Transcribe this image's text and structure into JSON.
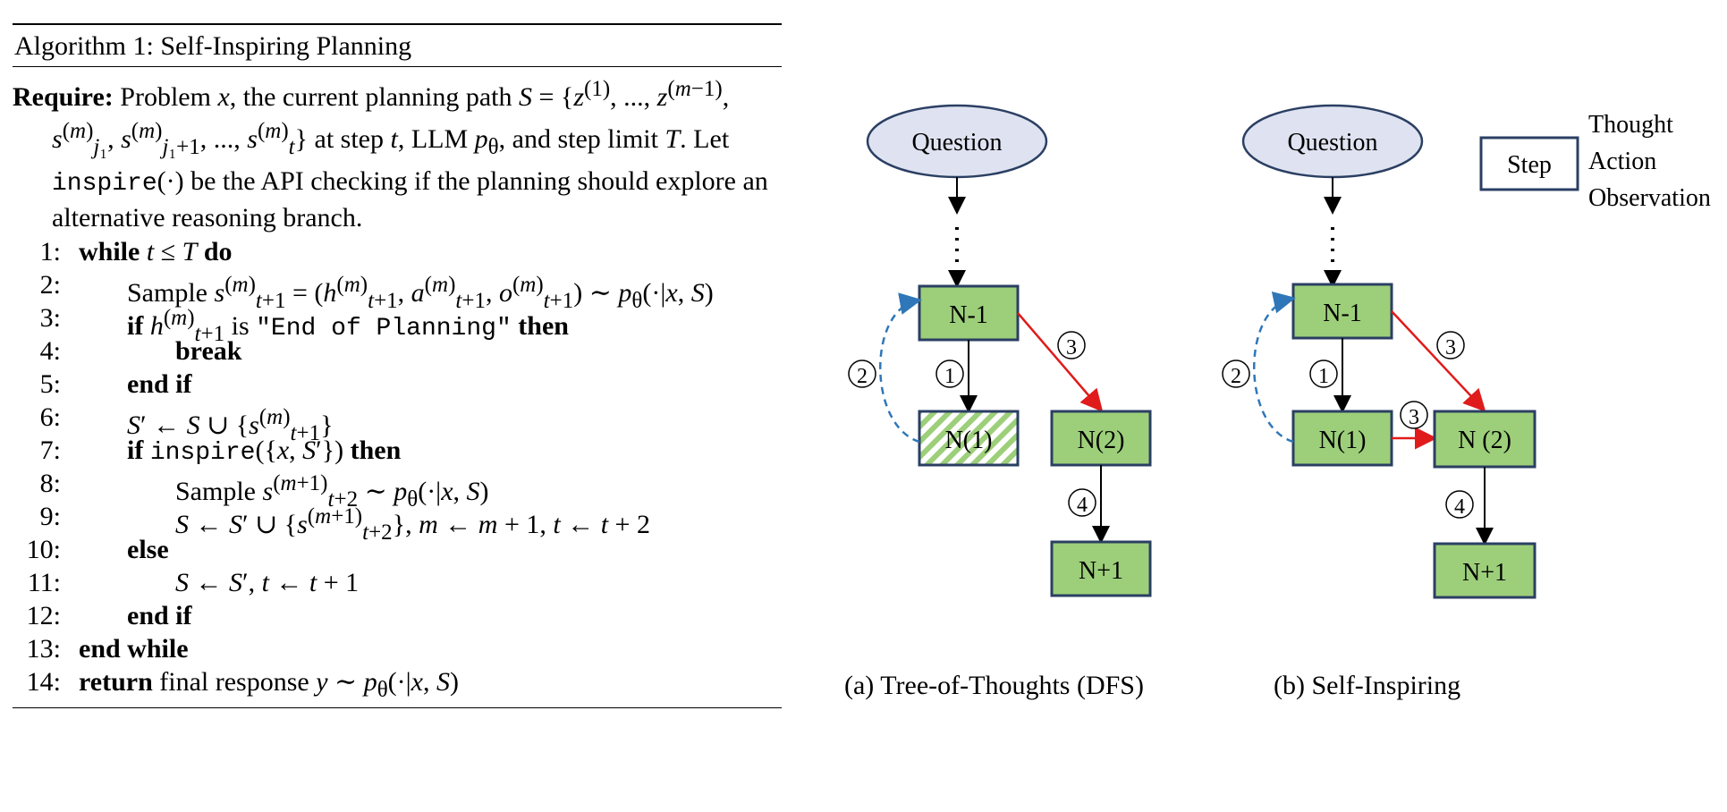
{
  "algorithm": {
    "title": "Algorithm 1: Self-Inspiring Planning",
    "require_label": "Require:",
    "require_text": "Problem x, the current planning path S = {z(1), ..., z(m−1), s(m)j1, s(m)j1+1, ..., s(m)t} at step t, LLM pθ, and step limit T. Let inspire(·) be the API checking if the planning should explore an alternative reasoning branch.",
    "lines": [
      {
        "num": "1:",
        "text": "while t ≤ T do"
      },
      {
        "num": "2:",
        "text": "Sample s(m)t+1 = (h(m)t+1, a(m)t+1, o(m)t+1) ∼ pθ(·|x, S)"
      },
      {
        "num": "3:",
        "text": "if h(m)t+1 is \"End of Planning\" then"
      },
      {
        "num": "4:",
        "text": "break"
      },
      {
        "num": "5:",
        "text": "end if"
      },
      {
        "num": "6:",
        "text": "S′ ← S ∪ {s(m)t+1}"
      },
      {
        "num": "7:",
        "text": "if inspire({x, S′}) then"
      },
      {
        "num": "8:",
        "text": "Sample s(m+1)t+2 ∼ pθ(·|x, S)"
      },
      {
        "num": "9:",
        "text": "S ← S′ ∪ {s(m+1)t+2}, m ← m + 1, t ← t + 2"
      },
      {
        "num": "10:",
        "text": "else"
      },
      {
        "num": "11:",
        "text": "S ← S′, t ← t + 1"
      },
      {
        "num": "12:",
        "text": "end if"
      },
      {
        "num": "13:",
        "text": "end while"
      },
      {
        "num": "14:",
        "text": "return final response y ∼ pθ(·|x, S)"
      }
    ]
  },
  "diagram": {
    "question_label": "Question",
    "legend": {
      "box_label": "Step",
      "lines": [
        "Thought",
        "Action",
        "Observation"
      ]
    },
    "node_labels": {
      "n_minus_1": "N-1",
      "n1": "N(1)",
      "n2_a": "N(2)",
      "n2_b": "N (2)",
      "n_plus_1": "N+1"
    },
    "markers": {
      "one": "1",
      "two": "2",
      "three": "3",
      "four": "4"
    },
    "captions": {
      "a": "(a) Tree-of-Thoughts (DFS)",
      "b": "(b) Self-Inspiring"
    },
    "colors": {
      "question_fill": "#dfe3f1",
      "node_fill": "#9dcf7a",
      "node_border": "#2b3f63",
      "hatch": "#9dcf7a",
      "red_arrow": "#e01b1b",
      "blue_dash": "#2f77b8"
    }
  }
}
